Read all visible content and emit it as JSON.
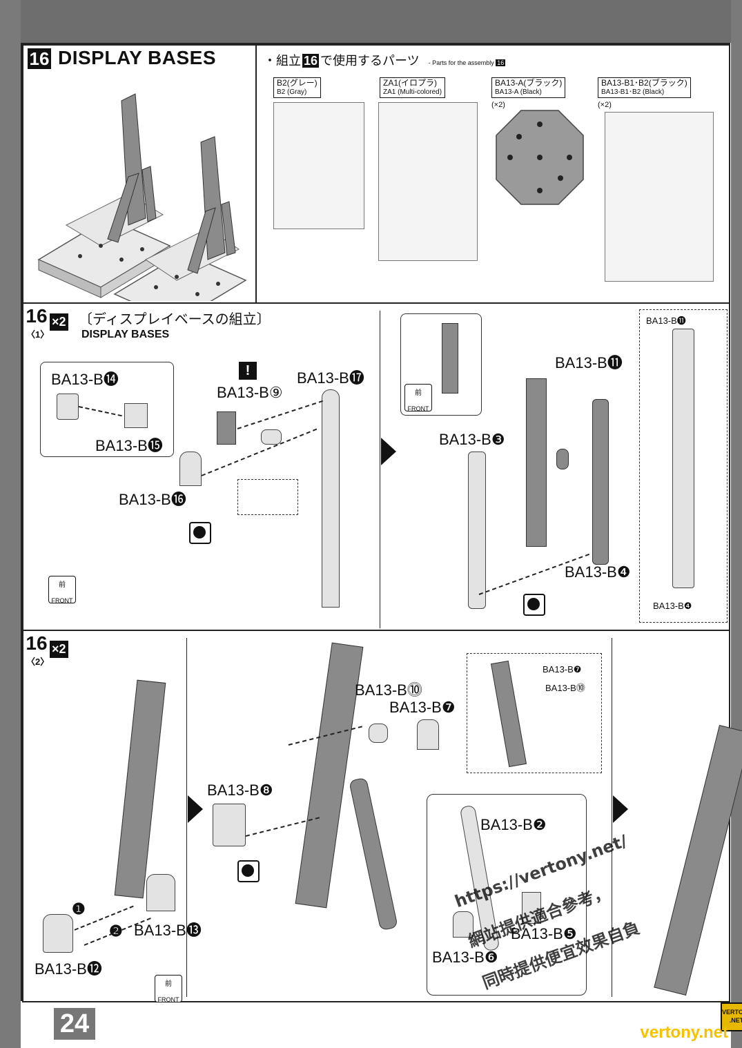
{
  "page_number": "24",
  "header": {
    "step": "16",
    "title": "DISPLAY BASES",
    "parts_heading_ja": "・組立",
    "parts_heading_ja2": "で使用するパーツ",
    "parts_heading_en": "- Parts for the assembly",
    "parts_step": "16"
  },
  "runners": [
    {
      "ja": "B2(グレー)",
      "en": "B2 (Gray)",
      "qty": ""
    },
    {
      "ja": "ZA1(イロプラ)",
      "en": "ZA1 (Multi-colored)",
      "qty": ""
    },
    {
      "ja": "BA13-A(ブラック)",
      "en": "BA13-A (Black)",
      "qty": "(×2)"
    },
    {
      "ja": "BA13-B1･B2(ブラック)",
      "en": "BA13-B1･B2 (Black)",
      "qty": "(×2)"
    }
  ],
  "step1": {
    "step": "16",
    "sub": "〈1〉",
    "mult": "×2",
    "title_ja": "〔ディスプレイベースの組立〕",
    "title_en": "DISPLAY BASES",
    "labels": {
      "b14": "BA13-B⓮",
      "b15": "BA13-B⓯",
      "b9": "BA13-B⑨",
      "b17": "BA13-B⓱",
      "b16": "BA13-B⓰",
      "b3": "BA13-B❸",
      "b11": "BA13-B⓫",
      "b4": "BA13-B❹",
      "b11_small": "BA13-B⓫",
      "b4_small": "BA13-B❹"
    },
    "warn": "!",
    "front_ja": "前",
    "front_en": "FRONT"
  },
  "step2": {
    "step": "16",
    "sub": "〈2〉",
    "mult": "×2",
    "labels": {
      "b10": "BA13-B⓾",
      "b7": "BA13-B❼",
      "b8": "BA13-B❽",
      "b13": "BA13-B⓭",
      "b12": "BA13-B⓬",
      "b2": "BA13-B❷",
      "b5": "BA13-B❺",
      "b6": "BA13-B❻",
      "b7_small": "BA13-B❼",
      "b10_small": "BA13-B⓾"
    },
    "order1": "❶",
    "order2": "❷",
    "front_ja": "前",
    "front_en": "FRONT"
  },
  "watermark": {
    "line1": "https://vertony.net/",
    "line2": "網站提供適合參考，",
    "line3": "同時提供便宜效果自負"
  },
  "logo_text_1": "VERTONY",
  "logo_text_2": ".NET",
  "site": "vertony.net"
}
